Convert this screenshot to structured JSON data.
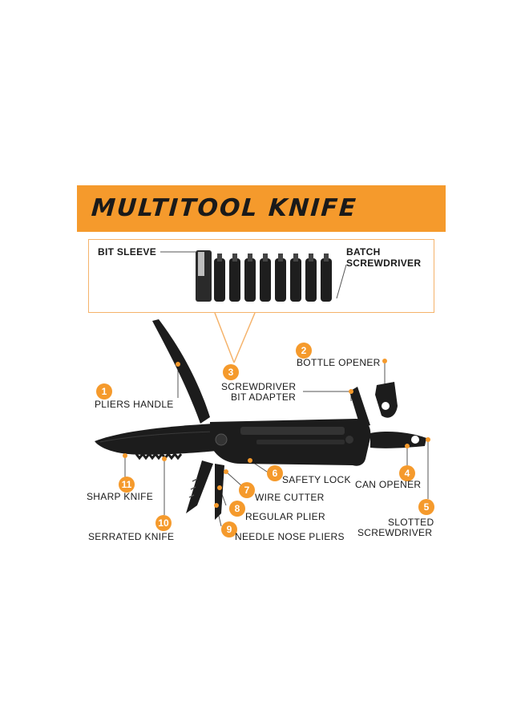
{
  "title": "MULTITOOL KNIFE",
  "bits_box": {
    "left_label": "BIT SLEEVE",
    "right_label_line1": "BATCH",
    "right_label_line2": "SCREWDRIVER"
  },
  "callouts": [
    {
      "number": "1",
      "line1": "PLIERS HANDLE",
      "line2": ""
    },
    {
      "number": "2",
      "line1": "BOTTLE OPENER",
      "line2": ""
    },
    {
      "number": "3",
      "line1": "SCREWDRIVER",
      "line2": "BIT ADAPTER"
    },
    {
      "number": "4",
      "line1": "CAN OPENER",
      "line2": ""
    },
    {
      "number": "5",
      "line1": "SLOTTED",
      "line2": "SCREWDRIVER"
    },
    {
      "number": "6",
      "line1": "SAFETY LOCK",
      "line2": ""
    },
    {
      "number": "7",
      "line1": "WIRE CUTTER",
      "line2": ""
    },
    {
      "number": "8",
      "line1": "REGULAR PLIER",
      "line2": ""
    },
    {
      "number": "9",
      "line1": "NEEDLE NOSE PLIERS",
      "line2": ""
    },
    {
      "number": "10",
      "line1": "SERRATED KNIFE",
      "line2": ""
    },
    {
      "number": "11",
      "line1": "SHARP KNIFE",
      "line2": ""
    }
  ],
  "colors": {
    "accent": "#f59a2c",
    "tool_body": "#1c1c1c",
    "text": "#1a1a1a"
  }
}
